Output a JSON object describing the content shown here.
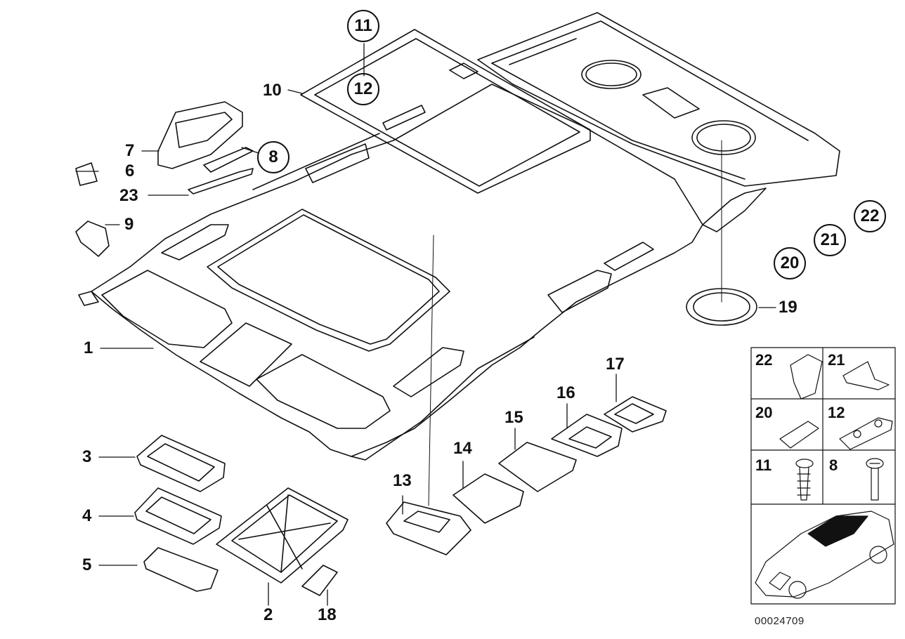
{
  "callouts": {
    "p1": "1",
    "p2": "2",
    "p3": "3",
    "p4": "4",
    "p5": "5",
    "p6": "6",
    "p7": "7",
    "p8": "8",
    "p9": "9",
    "p10": "10",
    "p11": "11",
    "p12": "12",
    "p13": "13",
    "p14": "14",
    "p15": "15",
    "p16": "16",
    "p17": "17",
    "p18": "18",
    "p19": "19",
    "p20": "20",
    "p21": "21",
    "p22": "22",
    "p23": "23"
  },
  "legend_grid": {
    "r1c1": "22",
    "r1c2": "21",
    "r2c1": "20",
    "r2c2": "12",
    "r3c1": "11",
    "r3c2": "8"
  },
  "document_number": "00024709"
}
